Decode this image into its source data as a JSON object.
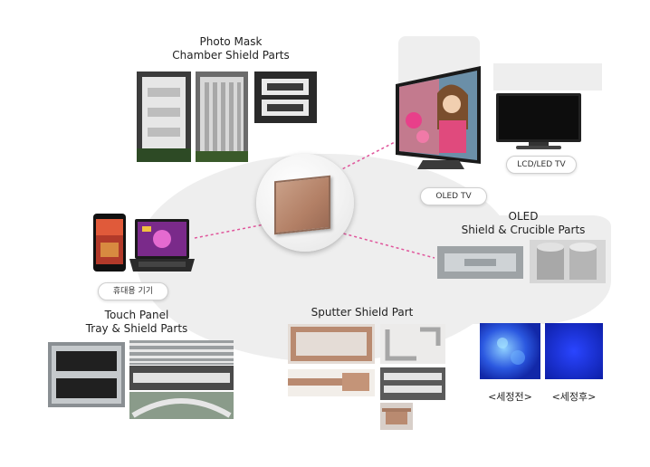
{
  "sections": {
    "photo_mask": {
      "title_line1": "Photo Mask",
      "title_line2": "Chamber Shield Parts"
    },
    "touch_panel": {
      "title_line1": "Touch Panel",
      "title_line2": "Tray  & Shield Parts",
      "device_label": "휴대용 기기"
    },
    "sputter": {
      "title": "Sputter Shield Part"
    },
    "oled": {
      "title_line1": "OLED",
      "title_line2": "Shield & Crucible Parts",
      "tv_label": "OLED TV"
    },
    "lcd": {
      "tv_label": "LCD/LED TV"
    },
    "cleaning": {
      "before_label": "<세정전>",
      "after_label": "<세정후>"
    }
  },
  "colors": {
    "connector": "#e0559b",
    "background_shape": "#eeeeee",
    "copper": "#b98a70",
    "blue_panel": "#1a33d8"
  }
}
